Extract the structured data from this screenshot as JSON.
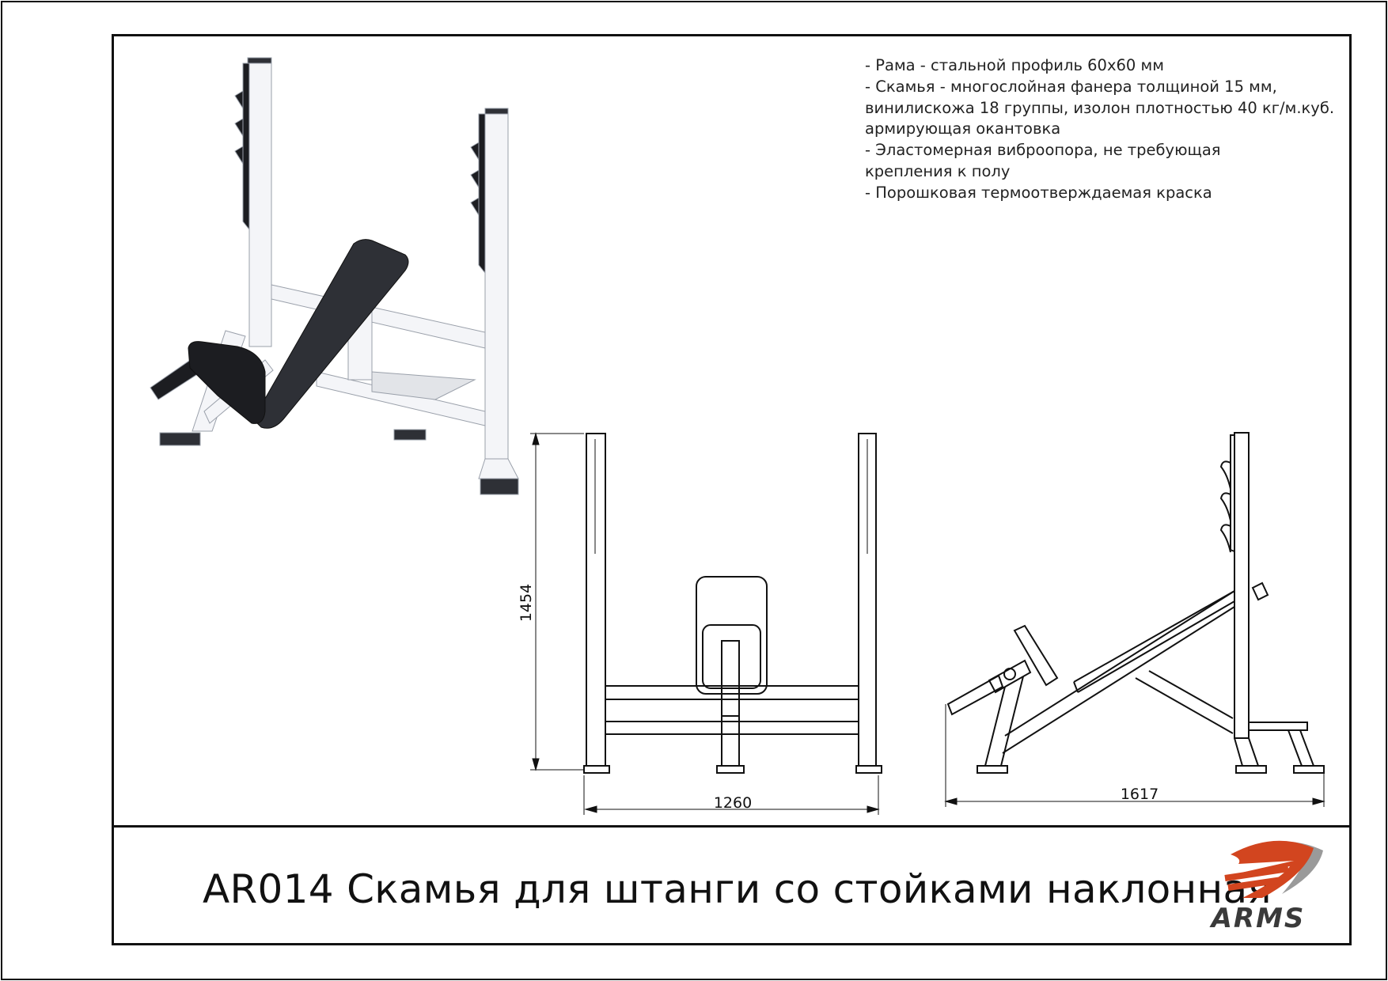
{
  "specs": [
    "- Рама - стальной профиль 60х60 мм",
    "- Скамья - многослойная фанера толщиной 15 мм,",
    "винилискожа 18 группы, изолон плотностью 40 кг/м.куб.",
    "армирующая окантовка",
    "- Эластомерная виброопора, не требующая",
    "крепления к полу",
    "- Порошковая термоотверждаемая краска"
  ],
  "dimensions": {
    "height": "1454",
    "width": "1260",
    "length": "1617"
  },
  "title": "AR014 Скамья для штанги со стойками наклонная",
  "logo": {
    "text": "ARMS",
    "accent": "#d2451f",
    "grey": "#9a9a9a"
  },
  "colors": {
    "pad": "#2e3036",
    "frame": "#f4f5f8",
    "line": "#111111"
  }
}
